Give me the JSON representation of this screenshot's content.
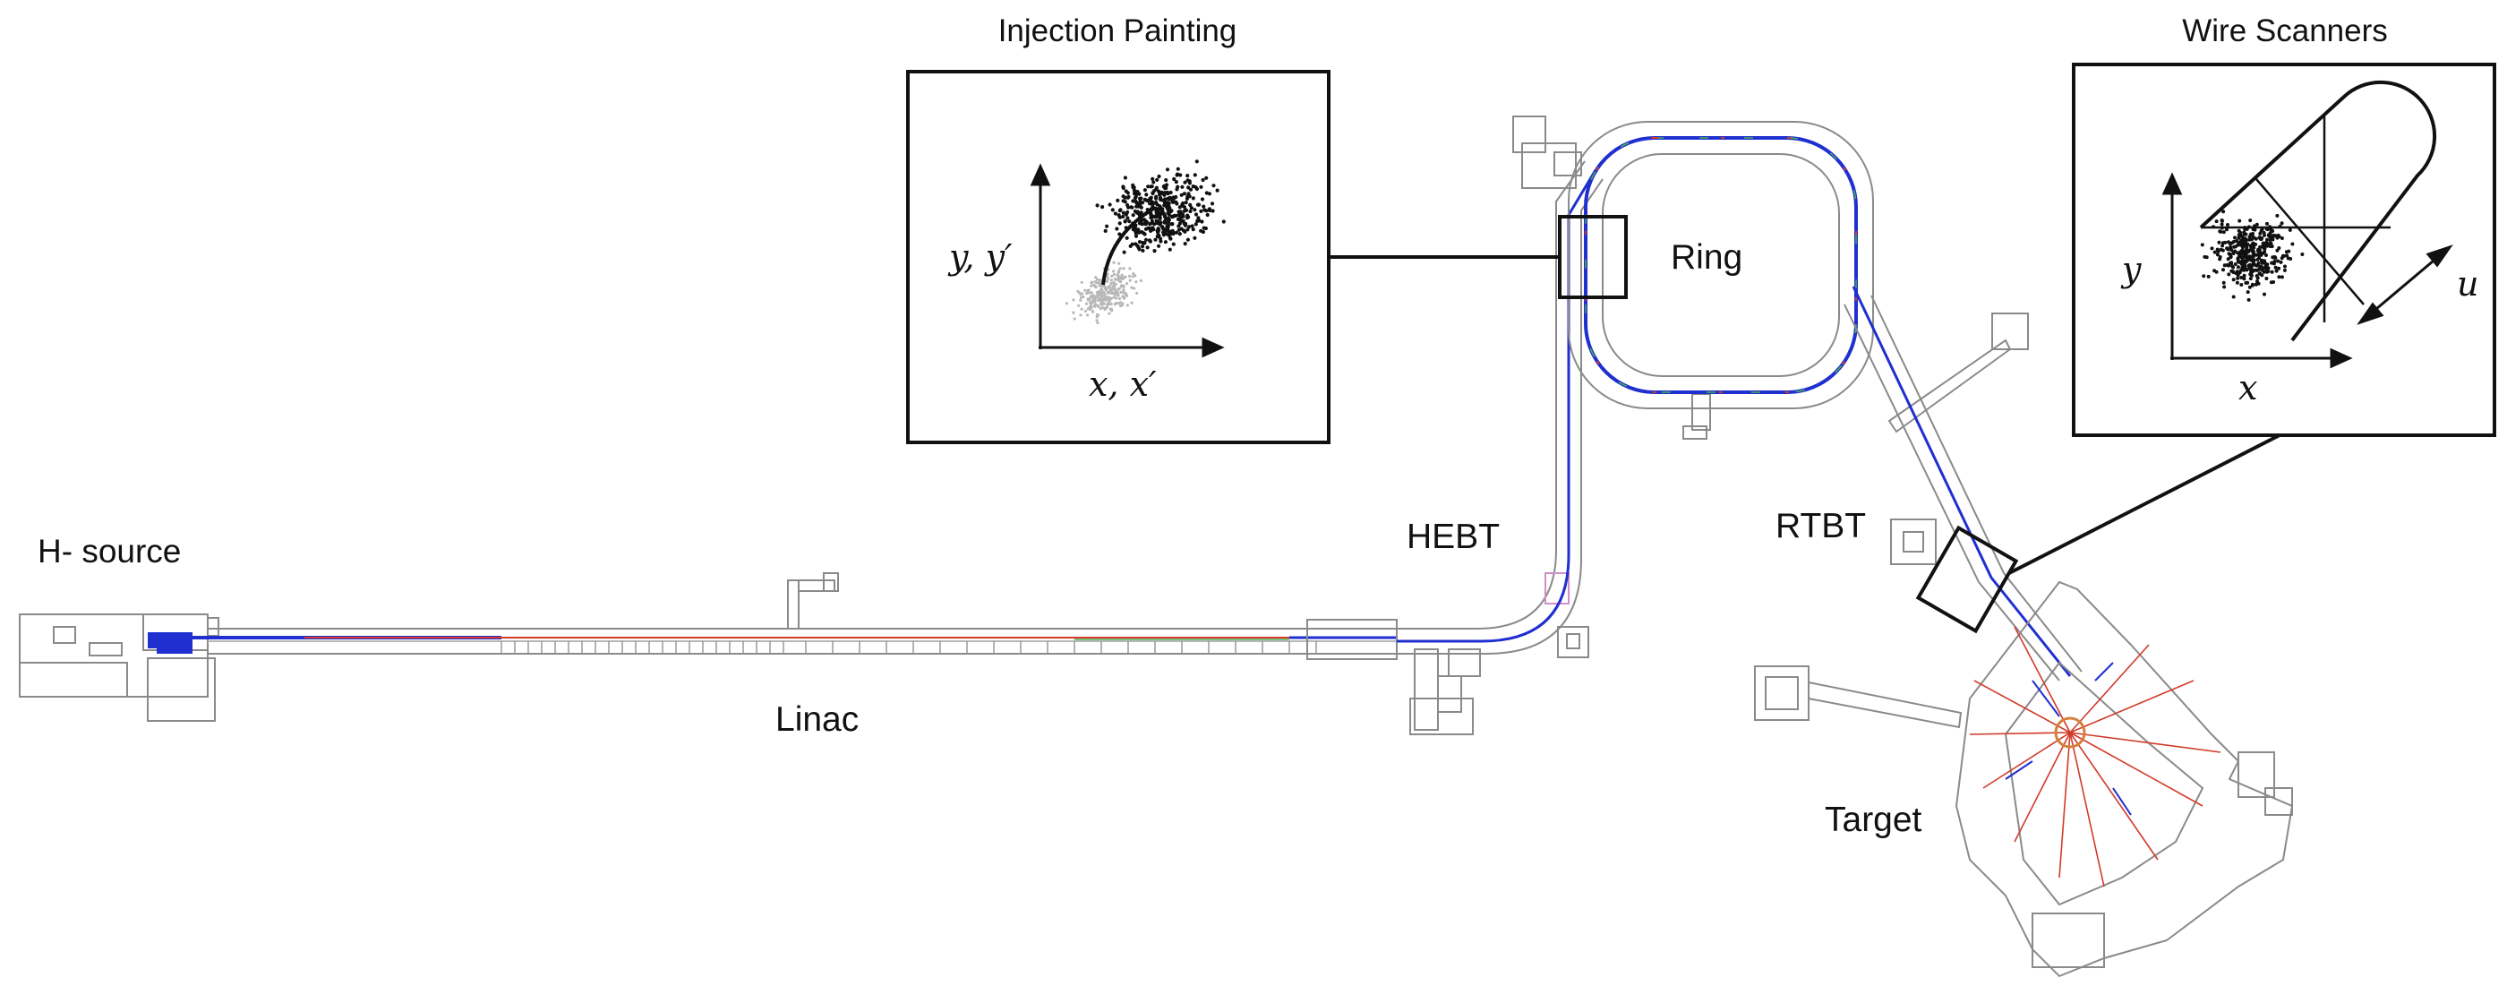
{
  "labels": {
    "h_source": "H- source",
    "linac": "Linac",
    "hebt": "HEBT",
    "ring": "Ring",
    "rtbt": "RTBT",
    "target": "Target"
  },
  "injection_inset": {
    "title": "Injection Painting",
    "y_axis": "y, y′",
    "x_axis": "x, x′"
  },
  "wire_inset": {
    "title": "Wire Scanners",
    "y_axis": "y",
    "x_axis": "x",
    "u_axis": "u"
  },
  "colors": {
    "outline": "#8a8a8a",
    "beamline_blue": "#1f2fd0",
    "beamline_red": "#d23a2a",
    "beamline_green": "#4caf50",
    "frame": "#111111"
  }
}
